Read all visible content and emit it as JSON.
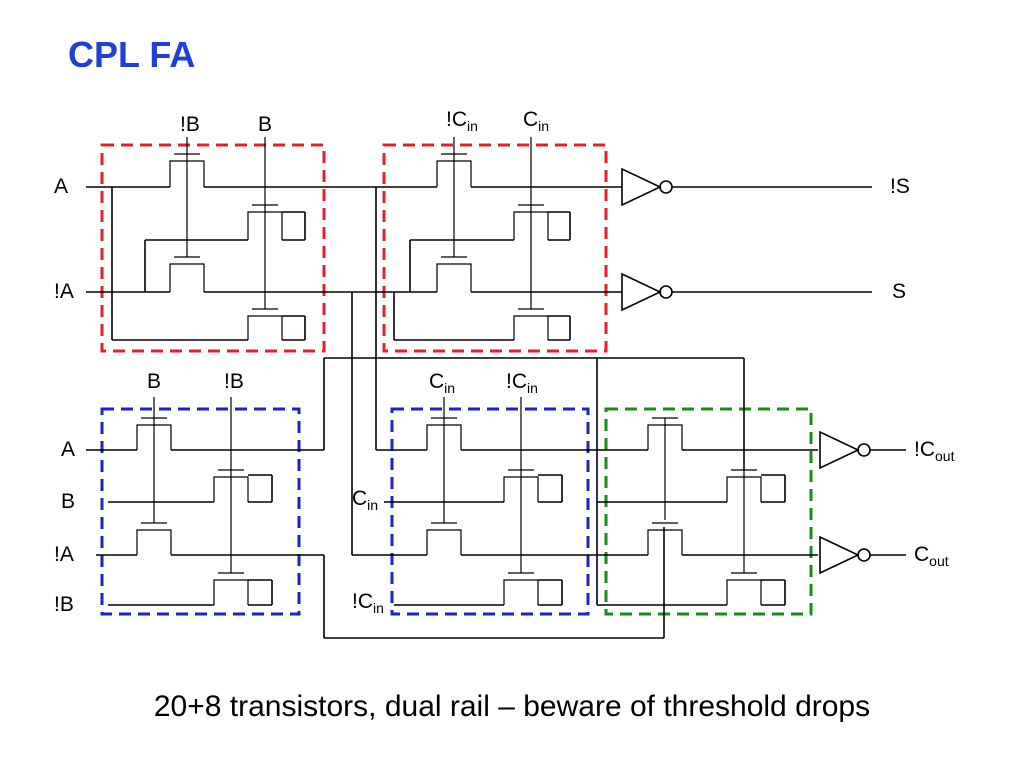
{
  "title": "CPL FA",
  "caption": "20+8 transistors, dual rail – beware of threshold drops",
  "colors": {
    "title": "#1f3fd6",
    "sum_blocks": "#e0202f",
    "carry_blocks": "#1a23c6",
    "carry_mux": "#1a8a1a"
  },
  "labels": {
    "A": "A",
    "nA": "!A",
    "B": "B",
    "nB": "!B",
    "C": "C",
    "nC": "!C",
    "in": "in",
    "out": "out",
    "S": "S",
    "nS": "!S"
  }
}
